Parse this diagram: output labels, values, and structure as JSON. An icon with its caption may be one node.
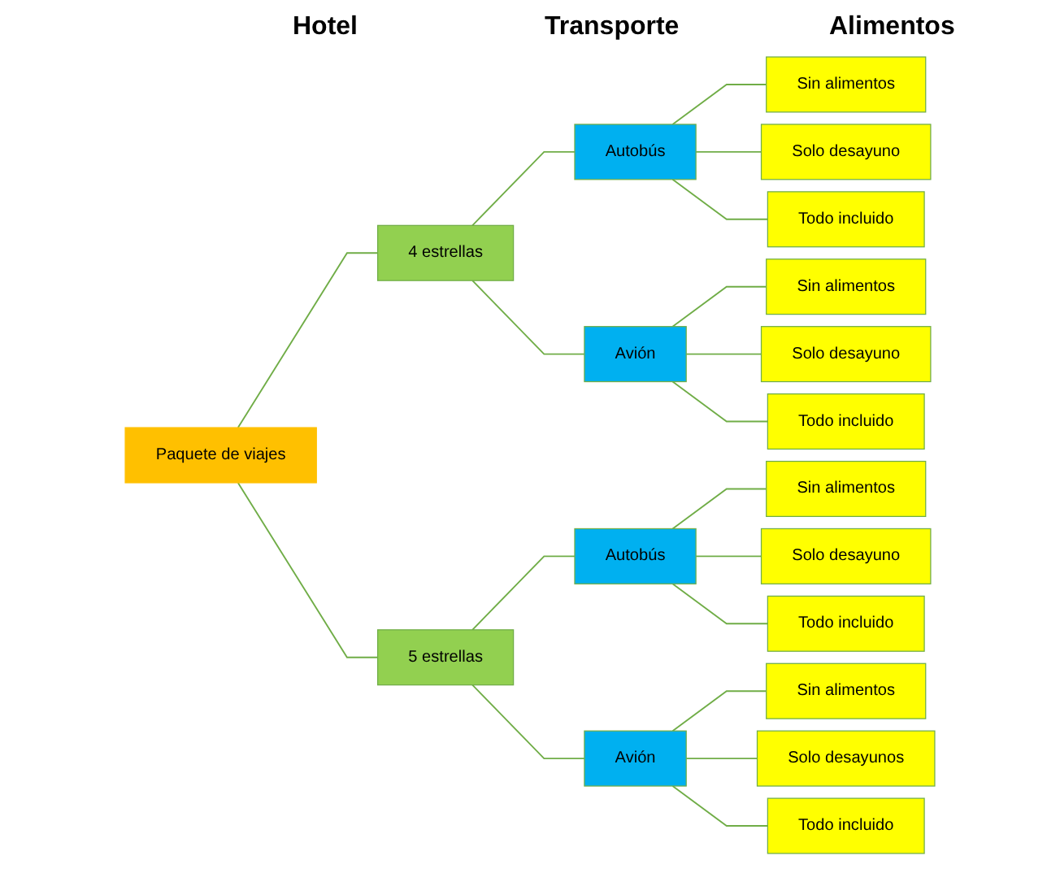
{
  "diagram": {
    "nodes": [
      {
        "text": [
          "Paquete de viajes"
        ]
      },
      {
        "text": [
          "4 estrellas"
        ]
      },
      {
        "text": [
          "Autobús"
        ]
      },
      {
        "text": [
          "Sin alimentos"
        ]
      },
      {
        "text": [
          "Solo desayuno"
        ]
      },
      {
        "text": [
          "Todo incluido"
        ]
      },
      {
        "text": [
          "Avión"
        ]
      },
      {
        "text": [
          "Sin alimentos"
        ]
      },
      {
        "text": [
          "Solo desayuno"
        ]
      },
      {
        "text": [
          "Todo incluido"
        ]
      },
      {
        "text": [
          "5 estrellas"
        ]
      },
      {
        "text": [
          "Autobús"
        ]
      },
      {
        "text": [
          "Sin alimentos"
        ]
      },
      {
        "text": [
          "Solo desayuno"
        ]
      },
      {
        "text": [
          "Todo incluido"
        ]
      },
      {
        "text": [
          "Avión"
        ]
      },
      {
        "text": [
          "Sin alimentos"
        ]
      },
      {
        "text": [
          "Solo desayunos"
        ]
      },
      {
        "text": [
          "Todo incluido"
        ]
      }
    ],
    "edges": [
      {
        "from": 0,
        "to": 1,
        "arrow": "none"
      },
      {
        "from": 1,
        "to": 2,
        "arrow": "none"
      },
      {
        "from": 2,
        "to": 3,
        "arrow": "none"
      },
      {
        "from": 2,
        "to": 4,
        "arrow": "none"
      },
      {
        "from": 2,
        "to": 5,
        "arrow": "none"
      },
      {
        "from": 1,
        "to": 6,
        "arrow": "none"
      },
      {
        "from": 6,
        "to": 7,
        "arrow": "none"
      },
      {
        "from": 6,
        "to": 8,
        "arrow": "none"
      },
      {
        "from": 6,
        "to": 9,
        "arrow": "none"
      },
      {
        "from": 0,
        "to": 10,
        "arrow": "none"
      },
      {
        "from": 10,
        "to": 11,
        "arrow": "none"
      },
      {
        "from": 11,
        "to": 12,
        "arrow": "none"
      },
      {
        "from": 11,
        "to": 13,
        "arrow": "none"
      },
      {
        "from": 11,
        "to": 14,
        "arrow": "none"
      },
      {
        "from": 10,
        "to": 15,
        "arrow": "none"
      },
      {
        "from": 15,
        "to": 16,
        "arrow": "none"
      },
      {
        "from": 15,
        "to": 17,
        "arrow": "none"
      },
      {
        "from": 15,
        "to": 18,
        "arrow": "none"
      }
    ],
    "labels": [
      "Hotel",
      "Transporte",
      "Alimentos"
    ]
  }
}
